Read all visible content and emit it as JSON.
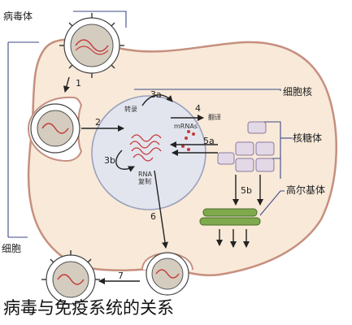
{
  "labels": {
    "virus": "病毒体",
    "nucleus": "细胞核",
    "ribosome": "核糖体",
    "golgi": "高尔基体",
    "cell": "细胞",
    "transcribe": "转录",
    "translate": "翻译",
    "mrna": "mRNAs",
    "rna_replication_1": "RNA",
    "rna_replication_2": "复制",
    "caption": "病毒与免疫系统的关系"
  },
  "steps": {
    "s1": "1",
    "s2": "2",
    "s3a": "3a",
    "s3b": "3b",
    "s4": "4",
    "s5a": "5a",
    "s5b": "5b",
    "s6": "6",
    "s7": "7"
  },
  "colors": {
    "cell_fill": "#f8e9d9",
    "cell_stroke": "#c68f7e",
    "nucleus_fill": "#e3e5ee",
    "nucleus_stroke": "#9aa0bb",
    "virus_body": "#d4cdbf",
    "virus_dots": "#c43a3a",
    "golgi": "#7fa94d",
    "leader": "#3b4a86",
    "arrow": "#222222"
  }
}
